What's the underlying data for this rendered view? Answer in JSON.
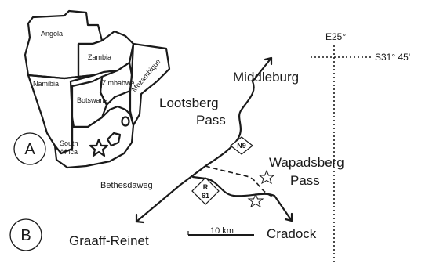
{
  "panel_a": {
    "letter": "A",
    "countries": {
      "angola": "Angola",
      "zambia": "Zambia",
      "namibia": "Namibia",
      "zimbabwe": "Zimbabwe",
      "botswana": "Botswana",
      "mozambique": "Mozambique",
      "south_africa_line1": "South",
      "south_africa_line2": "Africa"
    }
  },
  "panel_b": {
    "letter": "B",
    "longitude_label": "E25°",
    "latitude_label": "S31° 45'",
    "towns": {
      "middleburg": "Middleburg",
      "lootsberg_line1": "Lootsberg",
      "lootsberg_line2": "Pass",
      "wapadsberg_line1": "Wapadsberg",
      "wapadsberg_line2": "Pass",
      "bethesdaweg": "Bethesdaweg",
      "graaff_reinet": "Graaff-Reinet",
      "cradock": "Cradock"
    },
    "shields": {
      "n9": "N9",
      "r61_line1": "R",
      "r61_line2": "61"
    },
    "scale_label": "10 km"
  }
}
